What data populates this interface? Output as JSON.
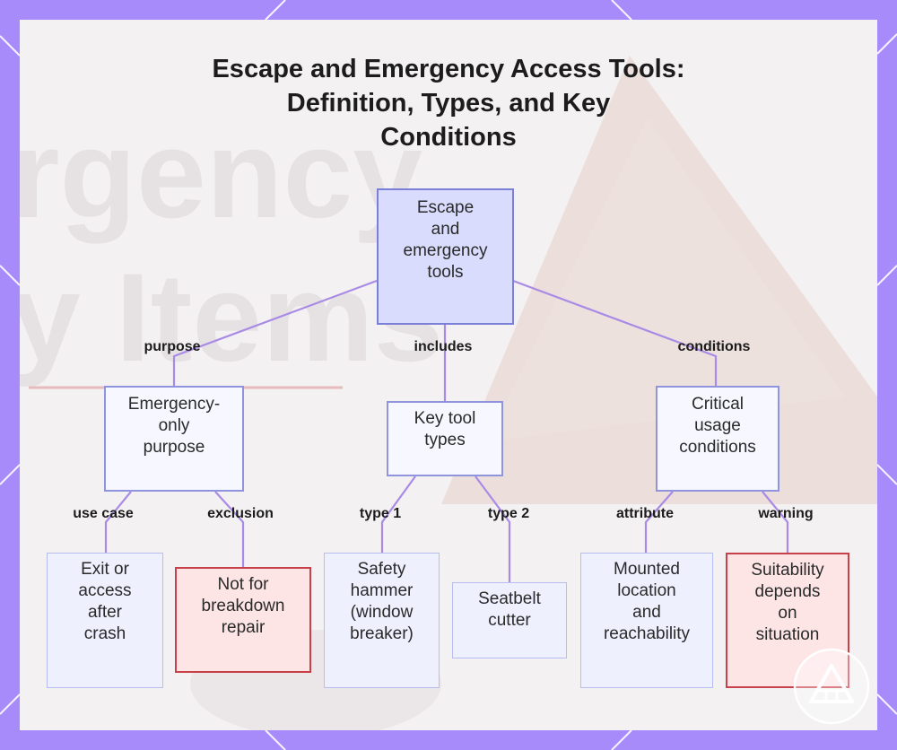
{
  "title": {
    "line1": "Escape and Emergency Access Tools:",
    "line2": "Definition, Types, and Key",
    "line3": "Conditions"
  },
  "background_text": {
    "line1": "rgency",
    "line2": "y Items"
  },
  "nodes": {
    "root": {
      "lines": [
        "Escape",
        "and",
        "emergency",
        "tools"
      ]
    },
    "purpose": {
      "lines": [
        "Emergency-",
        "only",
        "purpose"
      ]
    },
    "types": {
      "lines": [
        "Key tool",
        "types"
      ]
    },
    "conditions": {
      "lines": [
        "Critical",
        "usage",
        "conditions"
      ]
    },
    "exit": {
      "lines": [
        "Exit or",
        "access",
        "after",
        "crash"
      ]
    },
    "not_repair": {
      "lines": [
        "Not for",
        "breakdown",
        "repair"
      ]
    },
    "hammer": {
      "lines": [
        "Safety",
        "hammer",
        "(window",
        "breaker)"
      ]
    },
    "cutter": {
      "lines": [
        "Seatbelt",
        "cutter"
      ]
    },
    "mounted": {
      "lines": [
        "Mounted",
        "location",
        "and",
        "reachability"
      ]
    },
    "suitability": {
      "lines": [
        "Suitability",
        "depends",
        "on",
        "situation"
      ]
    }
  },
  "edge_labels": {
    "purpose": "purpose",
    "includes": "includes",
    "conditions": "conditions",
    "use_case": "use case",
    "exclusion": "exclusion",
    "type1": "type 1",
    "type2": "type 2",
    "attribute": "attribute",
    "warning": "warning"
  },
  "colors": {
    "frame": "#a78bfa",
    "connector": "#a98be6",
    "root_fill": "#d9dcfd",
    "warning_border": "#c8404a",
    "warning_fill": "#fde5e6"
  }
}
